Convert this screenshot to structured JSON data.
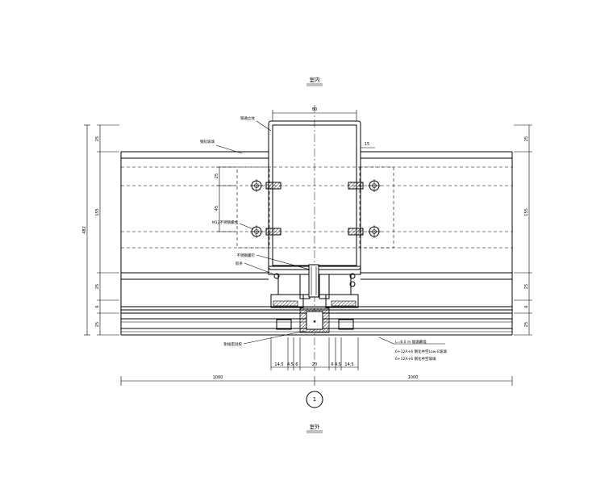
{
  "labels": {
    "top": "室内",
    "bottom": "室外",
    "detail_no": "1",
    "callout_mullion": "钢通立柱",
    "callout_transom": "钢化玻璃",
    "callout_bolt": "M12不锈钢螺栓",
    "callout_pin": "不锈钢螺钉",
    "callout_pad": "胶条",
    "callout_seal": "耐候密封胶",
    "glass_spec_1": "L=8.0 m 玻璃幕墙",
    "glass_spec_2": "6+12A+6 钢化中空Low-E玻璃",
    "glass_spec_3": "6+12A+6 钢化中空玻璃"
  },
  "dims": {
    "mullion_width": "80",
    "offset_right": "15",
    "left_total": "482",
    "left_top": "25",
    "left_mid": "155",
    "left_low": "25",
    "left_6": "6",
    "left_bot": "25",
    "right_top": "25",
    "right_mid": "155",
    "right_low": "25",
    "right_6": "6",
    "right_bot": "25",
    "bolt_a": "25",
    "bolt_b": "45",
    "b1": "14.5",
    "b2": "4.5",
    "b3": "6",
    "b4": "20",
    "b5": "6",
    "b6": "4.5",
    "b7": "14.5",
    "span_left": "1000",
    "span_right": "1000"
  },
  "colors": {
    "ink": "#000000",
    "paper": "#ffffff"
  }
}
